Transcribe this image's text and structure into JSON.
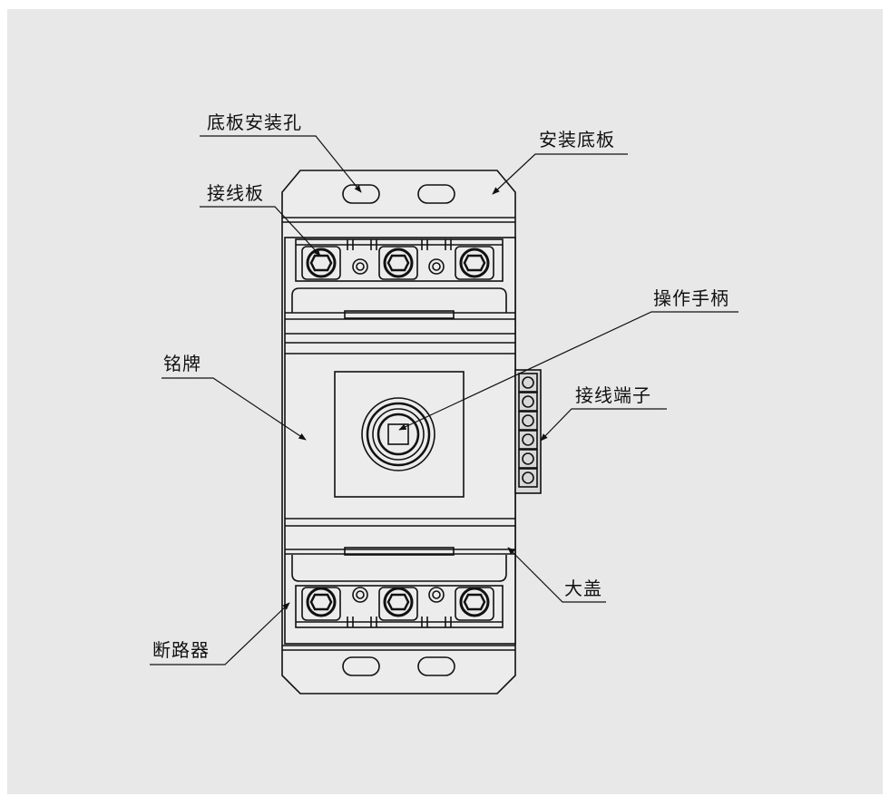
{
  "diagram": {
    "background_color": "#e8e8e8",
    "line_color": "#111111",
    "labels": {
      "mounting_hole": "底板安装孔",
      "mounting_plate": "安装底板",
      "terminal_board": "接线板",
      "operating_handle": "操作手柄",
      "nameplate": "铭牌",
      "wiring_terminal": "接线端子",
      "large_cover": "大盖",
      "circuit_breaker": "断路器"
    }
  }
}
